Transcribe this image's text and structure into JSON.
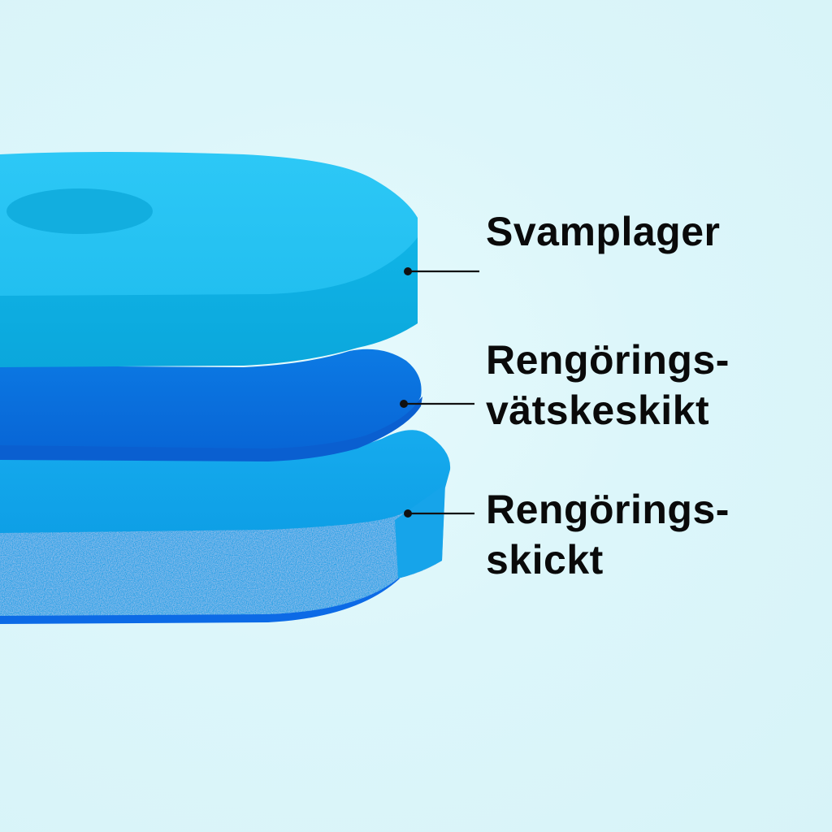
{
  "labels": {
    "sponge_layer": "Svamplager",
    "liquid_layer": [
      "Rengörings-",
      "vätskeskikt"
    ],
    "cleaning_layer": [
      "Rengörings-",
      "skickt"
    ]
  },
  "colors": {
    "background": "#dcf6fa",
    "sponge_top": "#29c5f4",
    "sponge_side": "#0fb1e3",
    "liquid": "#0a73e0",
    "cleaning_top": "#11a6ea",
    "cleaning_side": "#2aa3e6",
    "cleaning_edge": "#0c6ae6",
    "leader_line": "#111111"
  }
}
